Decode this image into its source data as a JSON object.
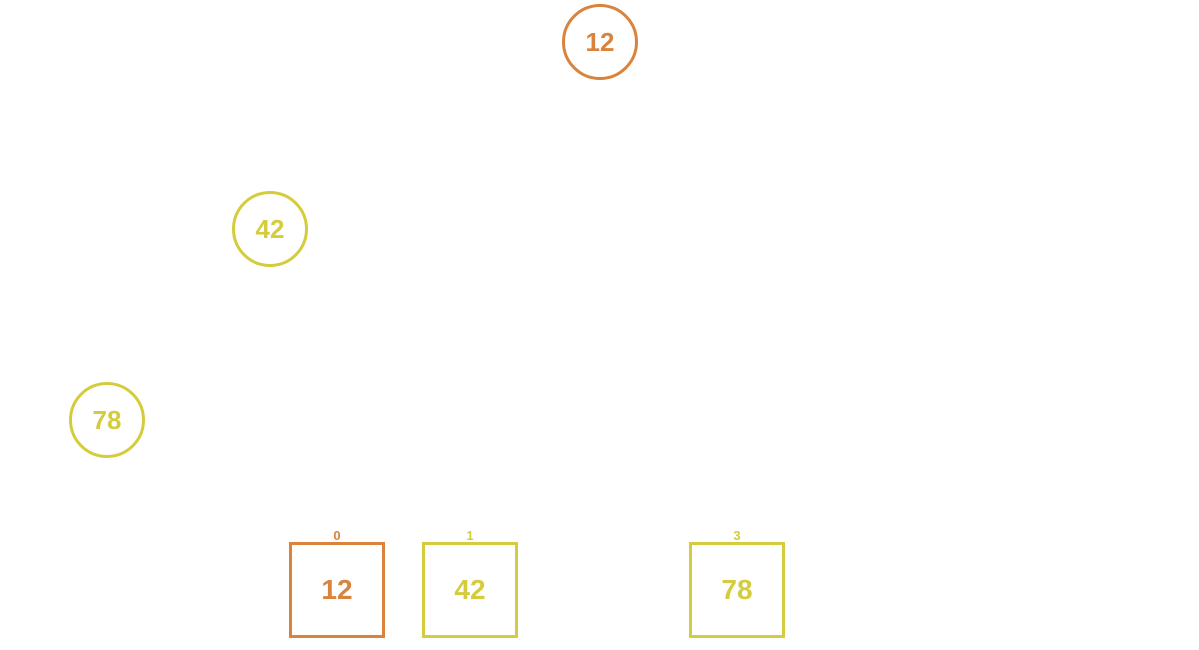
{
  "colors": {
    "highlight": "#d9833c",
    "default": "#d4cc3c"
  },
  "tree": {
    "nodes": [
      {
        "value": "12",
        "state": "highlight"
      },
      {
        "value": "42",
        "state": "default"
      },
      {
        "value": "78",
        "state": "default"
      }
    ]
  },
  "array": {
    "cells": [
      {
        "index": "0",
        "value": "12",
        "state": "highlight"
      },
      {
        "index": "1",
        "value": "42",
        "state": "default"
      },
      {
        "index": "3",
        "value": "78",
        "state": "default"
      }
    ]
  }
}
